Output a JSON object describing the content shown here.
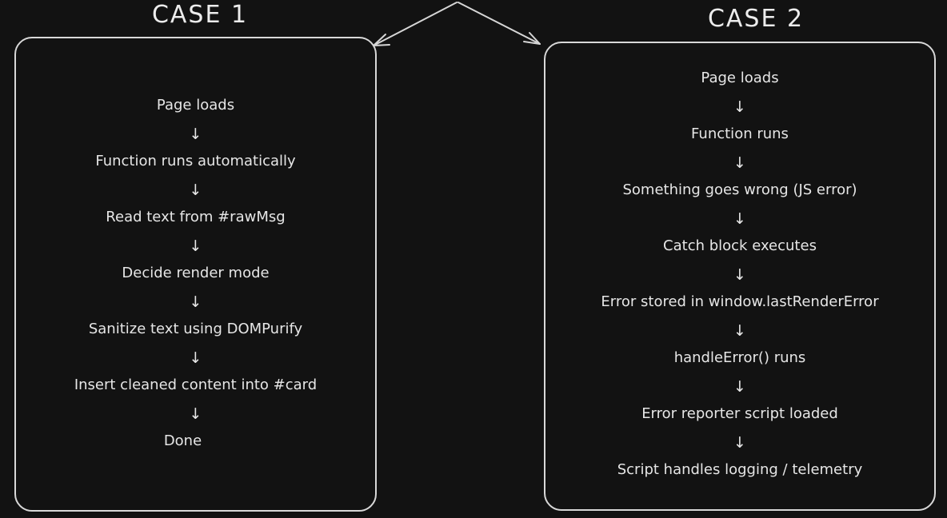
{
  "case1": {
    "title": "CASE 1",
    "steps": [
      "Page loads",
      "Function runs automatically",
      "Read text from #rawMsg",
      "Decide render mode",
      "Sanitize text using DOMPurify",
      "Insert cleaned content into #card",
      "Done"
    ]
  },
  "case2": {
    "title": "CASE 2",
    "steps": [
      "Page loads",
      "Function runs",
      "Something goes wrong (JS error)",
      "Catch block executes",
      "Error stored in window.lastRenderError",
      "handleError() runs",
      "Error reporter script loaded",
      "Script handles logging / telemetry"
    ]
  },
  "arrow_glyph": "↓",
  "colors": {
    "background": "#121212",
    "stroke": "#d8d8d8",
    "text": "#e6e6e6"
  }
}
